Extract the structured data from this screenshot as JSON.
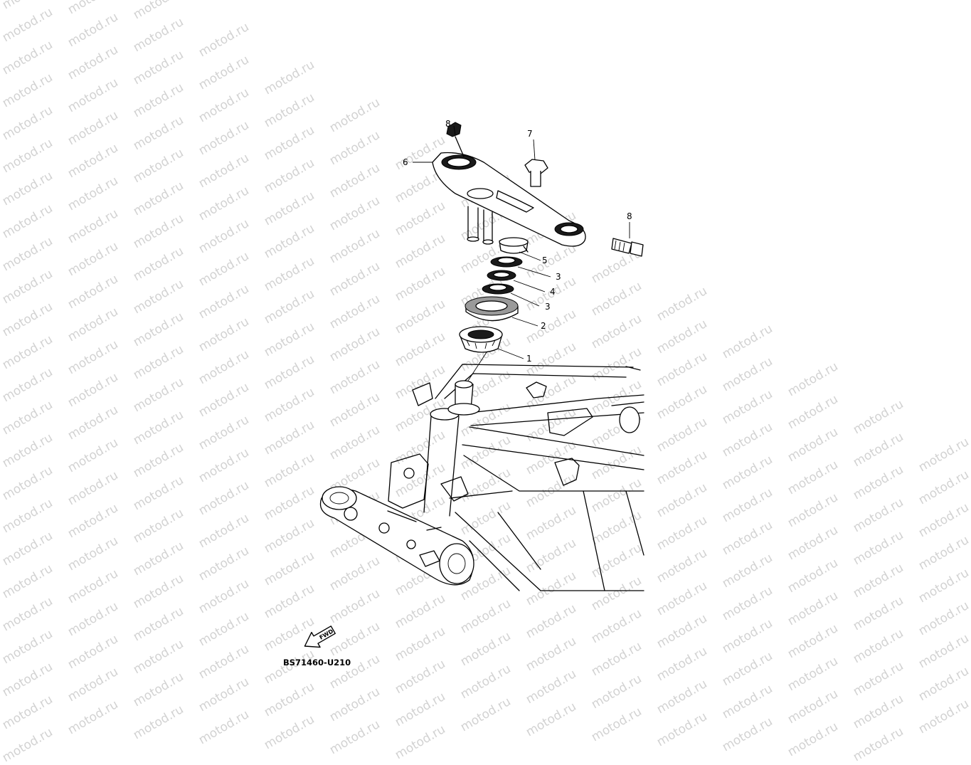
{
  "watermark": {
    "text": "motod.ru"
  },
  "callouts": [
    {
      "id": "c8a",
      "label": "8"
    },
    {
      "id": "c7",
      "label": "7"
    },
    {
      "id": "c6",
      "label": "6"
    },
    {
      "id": "c8b",
      "label": "8"
    },
    {
      "id": "c5",
      "label": "5"
    },
    {
      "id": "c3a",
      "label": "3"
    },
    {
      "id": "c4",
      "label": "4"
    },
    {
      "id": "c3b",
      "label": "3"
    },
    {
      "id": "c2",
      "label": "2"
    },
    {
      "id": "c1",
      "label": "1"
    }
  ],
  "fwd_arrow": {
    "label": "FWD"
  },
  "diagram_code": "BS71460-U210"
}
